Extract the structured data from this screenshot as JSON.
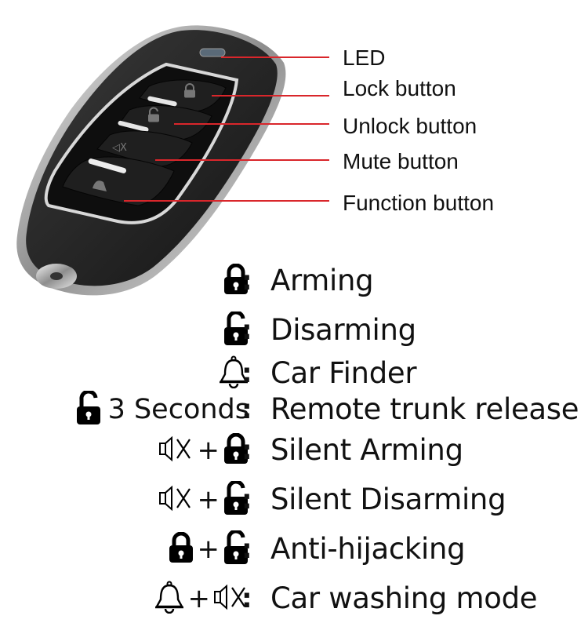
{
  "callouts": {
    "led": "LED",
    "lock": "Lock button",
    "unlock": "Unlock button",
    "mute": "Mute button",
    "function": "Function button"
  },
  "legend": [
    {
      "keys": [
        "lock-icon"
      ],
      "description": "Arming"
    },
    {
      "keys": [
        "unlock-icon"
      ],
      "description": "Disarming"
    },
    {
      "keys": [
        "bell-icon"
      ],
      "description": "Car Finder"
    },
    {
      "keys": [
        "unlock-icon"
      ],
      "suffix": "3 Seconds",
      "description": "Remote trunk release"
    },
    {
      "keys": [
        "mute-icon",
        "+",
        "lock-icon"
      ],
      "description": "Silent Arming"
    },
    {
      "keys": [
        "mute-icon",
        "+",
        "unlock-icon"
      ],
      "description": "Silent Disarming"
    },
    {
      "keys": [
        "lock-icon",
        "+",
        "unlock-icon"
      ],
      "description": "Anti-hijacking"
    },
    {
      "keys": [
        "bell-icon",
        "+",
        "mute-icon"
      ],
      "description": "Car washing mode"
    }
  ],
  "symbols": {
    "plus": "+",
    "colon": ":"
  },
  "colors": {
    "callout_line": "#d9262b",
    "fob_body": "#1c1c1c",
    "chrome": "#b9b9b9"
  }
}
